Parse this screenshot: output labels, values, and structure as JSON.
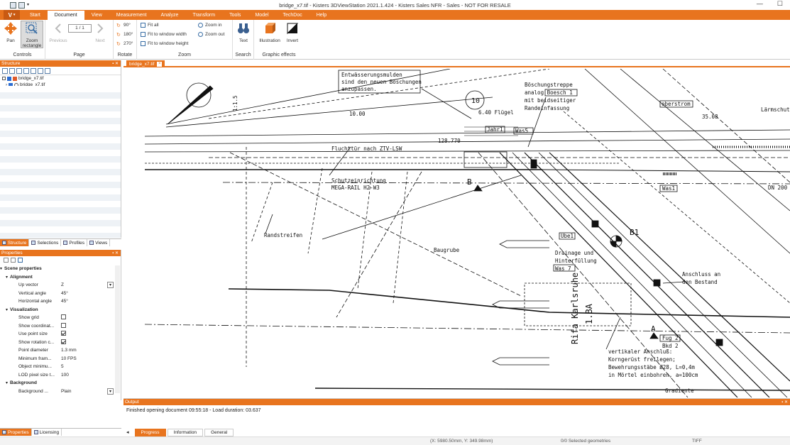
{
  "title_bar": {
    "title": "bridge_x7.tif - Kisters 3DViewStation 2021.1.424 - Kisters Sales NFR - Sales - NOT FOR RESALE"
  },
  "menu": {
    "app_button": "V",
    "tabs": [
      "Start",
      "Document",
      "View",
      "Measurement",
      "Analyze",
      "Transform",
      "Tools",
      "Model",
      "TechDoc",
      "Help"
    ],
    "active_tab": "Document"
  },
  "ribbon": {
    "controls": {
      "label": "Controls",
      "pan": "Pan",
      "zoom_rectangle_1": "Zoom",
      "zoom_rectangle_2": "rectangle"
    },
    "page": {
      "label": "Page",
      "previous": "Previous",
      "next": "Next",
      "page_value": "1 / 1"
    },
    "rotate": {
      "label": "Rotate",
      "r90": "90°",
      "r180": "180°",
      "r270": "270°"
    },
    "zoom": {
      "label": "Zoom",
      "fit_all": "Fit all",
      "fit_width": "Fit to window width",
      "fit_height": "Fit to window height",
      "zoom_in": "Zoom in",
      "zoom_out": "Zoom out"
    },
    "search": {
      "label": "Search",
      "text": "Text"
    },
    "graphic": {
      "label": "Graphic effects",
      "illustration": "Illustration",
      "invert": "Invert"
    }
  },
  "structure": {
    "title": "Structure",
    "tree": [
      {
        "label": "bridge_x7.tif"
      },
      {
        "label": "bridge_x7.tif"
      }
    ],
    "tabs": [
      "Structure",
      "Selections",
      "Profiles",
      "Views"
    ]
  },
  "properties": {
    "title": "Properties",
    "rows": [
      {
        "key": "Scene properties",
        "type": "cat"
      },
      {
        "key": "Alignment",
        "type": "sect"
      },
      {
        "key": "Up vector",
        "value": "Z",
        "type": "dd"
      },
      {
        "key": "Vertical angle",
        "value": "45°"
      },
      {
        "key": "Horizontal angle",
        "value": "45°"
      },
      {
        "key": "Visualization",
        "type": "sect"
      },
      {
        "key": "Show grid",
        "type": "chk",
        "checked": false
      },
      {
        "key": "Show coordinat...",
        "type": "chk",
        "checked": false
      },
      {
        "key": "Use point size",
        "type": "chk",
        "checked": true
      },
      {
        "key": "Show rotation c...",
        "type": "chk",
        "checked": true
      },
      {
        "key": "Point diameter",
        "value": "1.3 mm"
      },
      {
        "key": "Minimum fram...",
        "value": "10 FPS"
      },
      {
        "key": "Object minimu...",
        "value": "5"
      },
      {
        "key": "LOD pixel size t...",
        "value": "100"
      },
      {
        "key": "Background",
        "type": "sub"
      },
      {
        "key": "Background ...",
        "value": "Plain",
        "type": "dd"
      }
    ],
    "bottom_tabs": [
      "Properties",
      "Licensing"
    ]
  },
  "document_tab": {
    "label": "bridge_x7.tif"
  },
  "drawing_labels": {
    "entwaesserung": [
      "Entwässerungsmulden",
      "sind den neuen Böschungen",
      "anzupassen."
    ],
    "boeschung": [
      "Böschungstreppe",
      "analog  Boesch 1",
      "mit beidseitiger",
      "Randeinfassung"
    ],
    "circle_num": "10",
    "fluegel": "6.40  Flügel",
    "jahr": "Jahr1",
    "was5": "Was5",
    "oberstrom": "oberstrom",
    "dim_3508": "35.08",
    "dim_1000": "10.00",
    "laermschutz": "Lärmschut",
    "elev_128": "128.770",
    "fluchttuer": "Fluchttür  nach  ZTV-LSW",
    "schutz": [
      "Schutzeinrichtung",
      "MEGA-RAIL  H2-W3"
    ],
    "b_mark": "B",
    "was1": "Was1",
    "dn200": "DN  200",
    "randstreifen": "Randstreifen",
    "ube1": "Ube1",
    "b1": "B1",
    "baugrube": "Baugrube",
    "drainage": [
      "Drainage  und",
      "Hinterfüllung",
      "Was 7"
    ],
    "anschluss": [
      "Anschluss  an",
      "den  Bestand"
    ],
    "slope": "1:1.5",
    "rifa": "Rifa Karlsruhe",
    "oneba": "1.BA",
    "a_mark": "A",
    "fug": [
      "Fug 2",
      "Bkd 2"
    ],
    "vertikal": [
      "vertikaler Anschluß:",
      "Korngerüst freilegen;",
      "Bewehrungsstäbe  Ø28, L=0,4m",
      "in Mörtel einbohren, a=100cm"
    ],
    "gradiente": "Gradiente"
  },
  "output": {
    "title": "Output",
    "message": "Finished opening document 09:55:18 - Load duration: 03.637",
    "tabs": [
      "Progress",
      "Information",
      "General"
    ]
  },
  "status": {
    "coords": "(X: 5980.50mm, Y: 349.98mm)",
    "selected": "0/0 Selected geometries",
    "format": "TIFF"
  },
  "colors": {
    "accent": "#e8741e",
    "accent_dark": "#c95a12"
  }
}
